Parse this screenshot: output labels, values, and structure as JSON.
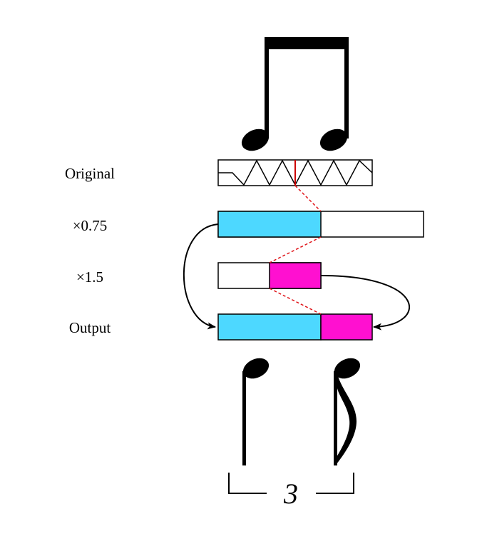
{
  "rows": {
    "original": "Original",
    "scale_a": "×0.75",
    "scale_b": "×1.5",
    "output": "Output"
  },
  "tuplet": {
    "number": "3"
  },
  "colors": {
    "first_part": "#4dd8ff",
    "second_part": "#ff10d0",
    "guide_line": "#e0161b",
    "split_marker": "#cc0000",
    "ink": "#000000"
  },
  "icons": {
    "top": "beamed-eighth-notes-icon",
    "bottom_left": "quarter-note-icon",
    "bottom_right": "eighth-note-icon",
    "bracket": "tuplet-bracket-icon"
  }
}
